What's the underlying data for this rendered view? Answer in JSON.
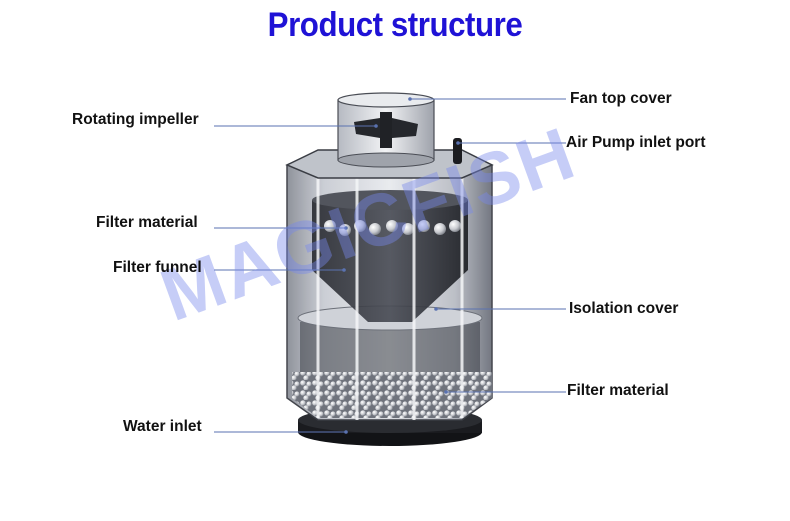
{
  "title": "Product structure",
  "watermark": "MAGICFISH",
  "labels": {
    "fan_top_cover": "Fan top cover",
    "rotating_impeller": "Rotating impeller",
    "air_pump_inlet_port": "Air Pump inlet port",
    "filter_material_top": "Filter material",
    "filter_funnel": "Filter funnel",
    "isolation_cover": "Isolation cover",
    "filter_material_bottom": "Filter material",
    "water_inlet": "Water inlet"
  },
  "colors": {
    "title": "#1f12d6",
    "leader_line": "#5a72b0",
    "watermark": "#7887eb"
  }
}
